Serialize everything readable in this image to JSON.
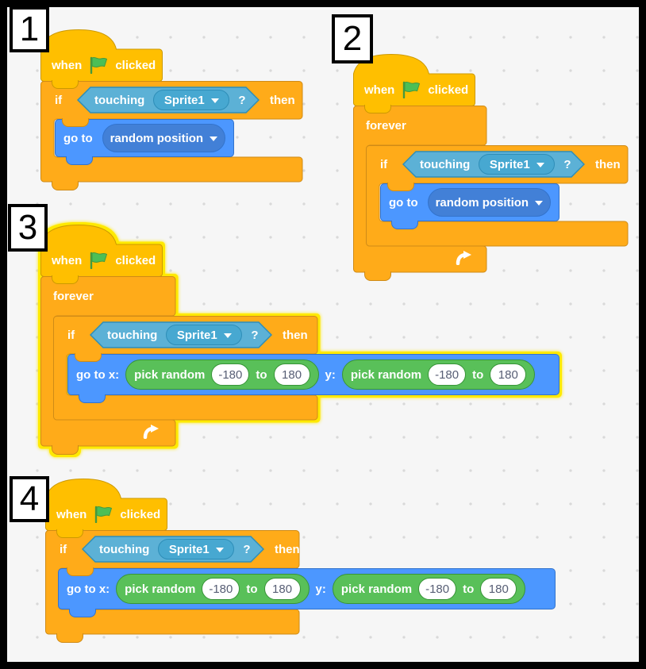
{
  "workspace": {
    "background_color": "#f6f6f6",
    "dot_grid_color": "#d9d9d9",
    "frame_color": "#000000",
    "highlight_glow_color": "#FFE900"
  },
  "palette": {
    "events_fill": "#FFBF00",
    "events_border": "#CC9900",
    "control_fill": "#FFAB19",
    "control_border": "#CF8B17",
    "motion_fill": "#4C97FF",
    "motion_border": "#3373CC",
    "motion_dropdown_fill": "#4280D7",
    "sensing_fill": "#5CB1D6",
    "sensing_border": "#2E8EB8",
    "sensing_dropdown_fill": "#47A8D1",
    "operators_fill": "#59C059",
    "operators_border": "#389438",
    "input_fill": "#FFFFFF",
    "input_text": "#575E75",
    "block_text": "#FFFFFF"
  },
  "icons": {
    "green_flag": "green-flag-icon",
    "loop_arrow": "loop-arrow-icon",
    "dropdown_arrow": "dropdown-arrow-icon"
  },
  "vocab": {
    "when": "when",
    "clicked": "clicked",
    "forever": "forever",
    "if": "if",
    "then": "then",
    "touching": "touching",
    "sprite_option": "Sprite1",
    "question": "?",
    "go_to": "go to",
    "random_position_option": "random position",
    "go_to_x": "go to x:",
    "y_label": "y:",
    "pick_random": "pick random",
    "min_value": "-180",
    "to": "to",
    "max_value": "180"
  },
  "sections": [
    {
      "number": "1",
      "highlighted": false,
      "script": "when green flag clicked; if touching Sprite1? then; go to random position"
    },
    {
      "number": "2",
      "highlighted": false,
      "script": "when green flag clicked; forever; if touching Sprite1? then; go to random position"
    },
    {
      "number": "3",
      "highlighted": true,
      "script": "when green flag clicked; forever; if touching Sprite1? then; go to x: pick random -180 to 180 y: pick random -180 to 180"
    },
    {
      "number": "4",
      "highlighted": false,
      "script": "when green flag clicked; if touching Sprite1? then; go to x: pick random -180 to 180 y: pick random -180 to 180"
    }
  ]
}
